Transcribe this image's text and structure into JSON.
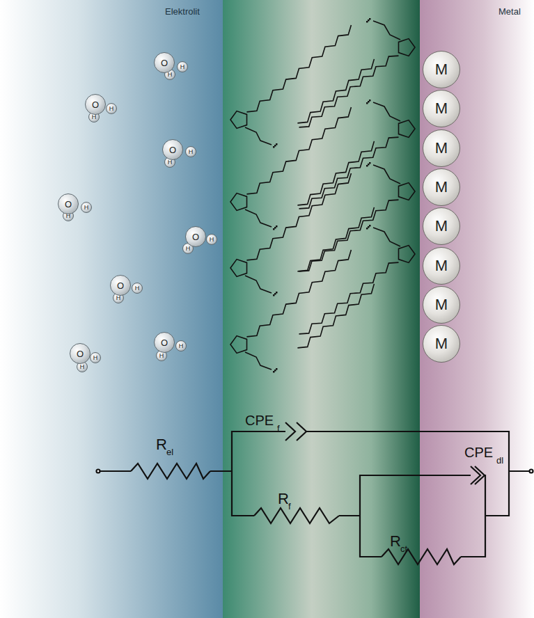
{
  "diagram": {
    "nodes": [
      {
        "text": [
          "O"
        ]
      },
      {
        "text": [
          "H"
        ]
      },
      {
        "text": [
          "H"
        ]
      },
      {
        "text": [
          "O"
        ]
      },
      {
        "text": [
          "H"
        ]
      },
      {
        "text": [
          "H"
        ]
      },
      {
        "text": [
          "O"
        ]
      },
      {
        "text": [
          "H"
        ]
      },
      {
        "text": [
          "H"
        ]
      },
      {
        "text": [
          "O"
        ]
      },
      {
        "text": [
          "H"
        ]
      },
      {
        "text": [
          "H"
        ]
      },
      {
        "text": [
          "O"
        ]
      },
      {
        "text": [
          "H"
        ]
      },
      {
        "text": [
          "H"
        ]
      },
      {
        "text": [
          "O"
        ]
      },
      {
        "text": [
          "H"
        ]
      },
      {
        "text": [
          "H"
        ]
      },
      {
        "text": [
          "O"
        ]
      },
      {
        "text": [
          "H"
        ]
      },
      {
        "text": [
          "H"
        ]
      },
      {
        "text": [
          "O"
        ]
      },
      {
        "text": [
          "H"
        ]
      },
      {
        "text": [
          "H"
        ]
      },
      {
        "text": [
          "M"
        ]
      },
      {
        "text": [
          "M"
        ]
      },
      {
        "text": [
          "M"
        ]
      },
      {
        "text": [
          "M"
        ]
      },
      {
        "text": [
          "M"
        ]
      },
      {
        "text": [
          "M"
        ]
      },
      {
        "text": [
          "M"
        ]
      },
      {
        "text": [
          "M"
        ]
      }
    ],
    "labels": [
      "Elektrolit",
      "Metal",
      "R",
      "el",
      "CPE",
      "f",
      "R",
      "f",
      "CPE",
      "dl",
      "R",
      "ct"
    ]
  }
}
